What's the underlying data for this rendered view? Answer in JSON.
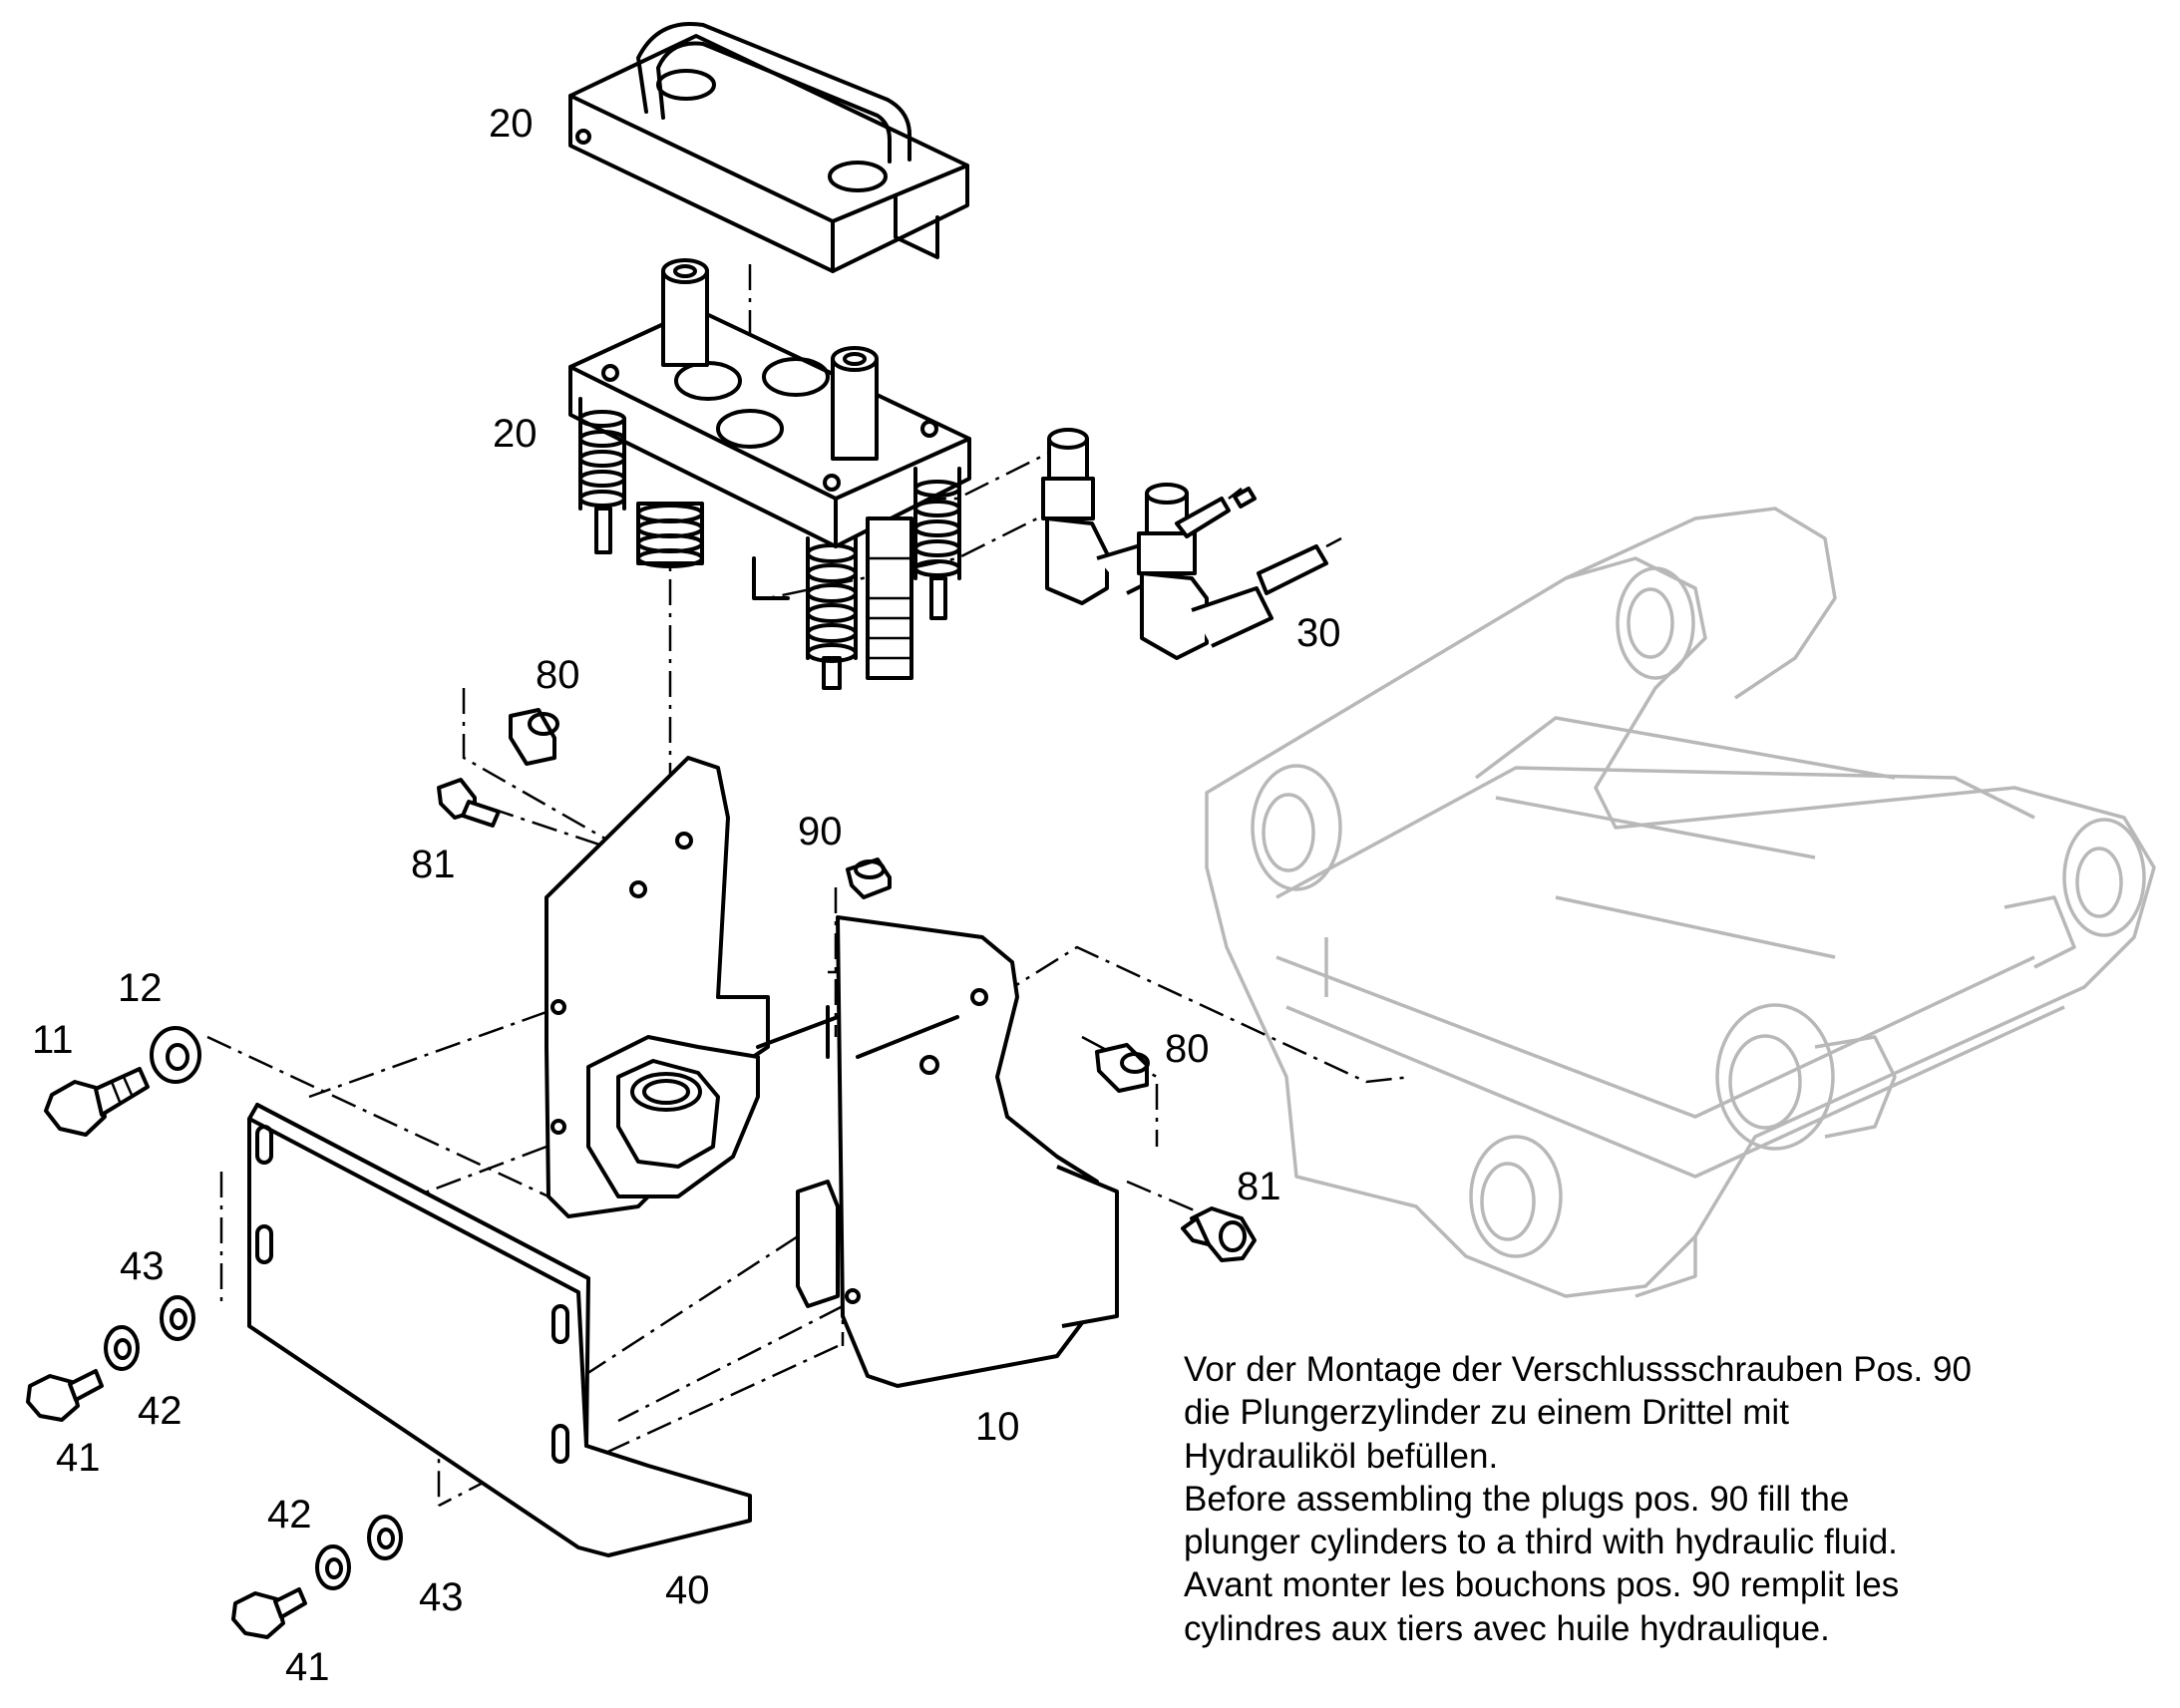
{
  "labels": {
    "p20_top": "20",
    "p20_mid": "20",
    "p30": "30",
    "p80_top": "80",
    "p81_top": "81",
    "p90": "90",
    "p12": "12",
    "p11": "11",
    "p80_right": "80",
    "p81_right": "81",
    "p43_left": "43",
    "p42_left": "42",
    "p41_left": "41",
    "p10": "10",
    "p42_bottom": "42",
    "p43_bottom": "43",
    "p40": "40",
    "p41_bottom": "41"
  },
  "note": {
    "de_line1": "Vor der Montage der Verschlussschrauben Pos. 90",
    "de_line2": "die Plungerzylinder zu einem Drittel mit",
    "de_line3": "Hydrauliköl befüllen.",
    "en_line1": "Before assembling the plugs pos. 90 fill the",
    "en_line2": "plunger cylinders to a third with hydraulic fluid.",
    "fr_line1": "Avant monter les bouchons pos. 90 remplit les",
    "fr_line2": "cylindres aux tiers avec huile hydraulique."
  },
  "colors": {
    "line": "#000000",
    "ghost": "#b8b8b8",
    "background": "#ffffff"
  }
}
